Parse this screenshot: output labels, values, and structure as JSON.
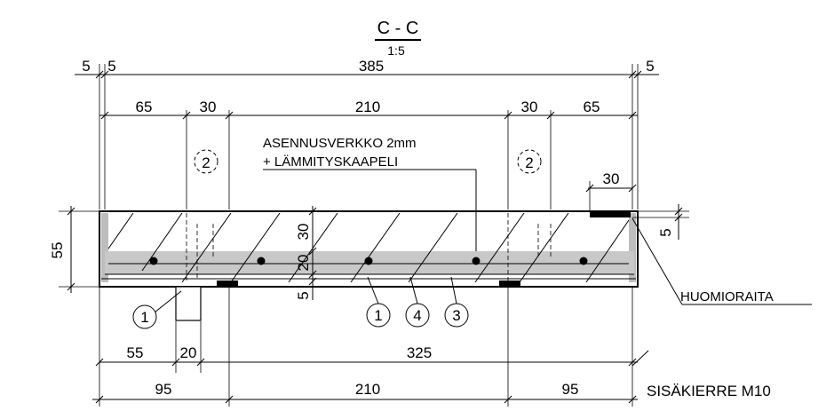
{
  "section": {
    "title": "C - C",
    "scale": "1:5"
  },
  "top_dims": {
    "left_a": "5",
    "left_b": "5",
    "total": "385",
    "right": "5",
    "w1": "65",
    "w2": "30",
    "w3": "210",
    "w4": "30",
    "w5": "65",
    "cap": "30"
  },
  "left_dims": {
    "height": "55",
    "upper": "30",
    "middle": "20",
    "lower": "5"
  },
  "right_dims": {
    "cap_height": "5"
  },
  "bottom_dims": {
    "a": "55",
    "b": "20",
    "c": "325",
    "d": "95",
    "e": "210",
    "f": "95"
  },
  "labels": {
    "mesh_line1": "ASENNUSVERKKO 2mm",
    "mesh_line2": "+ LÄMMITYSKAAPELI",
    "stripe": "HUOMIORAITA",
    "thread": "SISÄKIERRE M10"
  },
  "markers": {
    "m_left_top": "2",
    "m_right_top": "2",
    "m_bottom_left": "1",
    "m_bottom_1": "1",
    "m_bottom_4": "4",
    "m_bottom_3": "3"
  }
}
